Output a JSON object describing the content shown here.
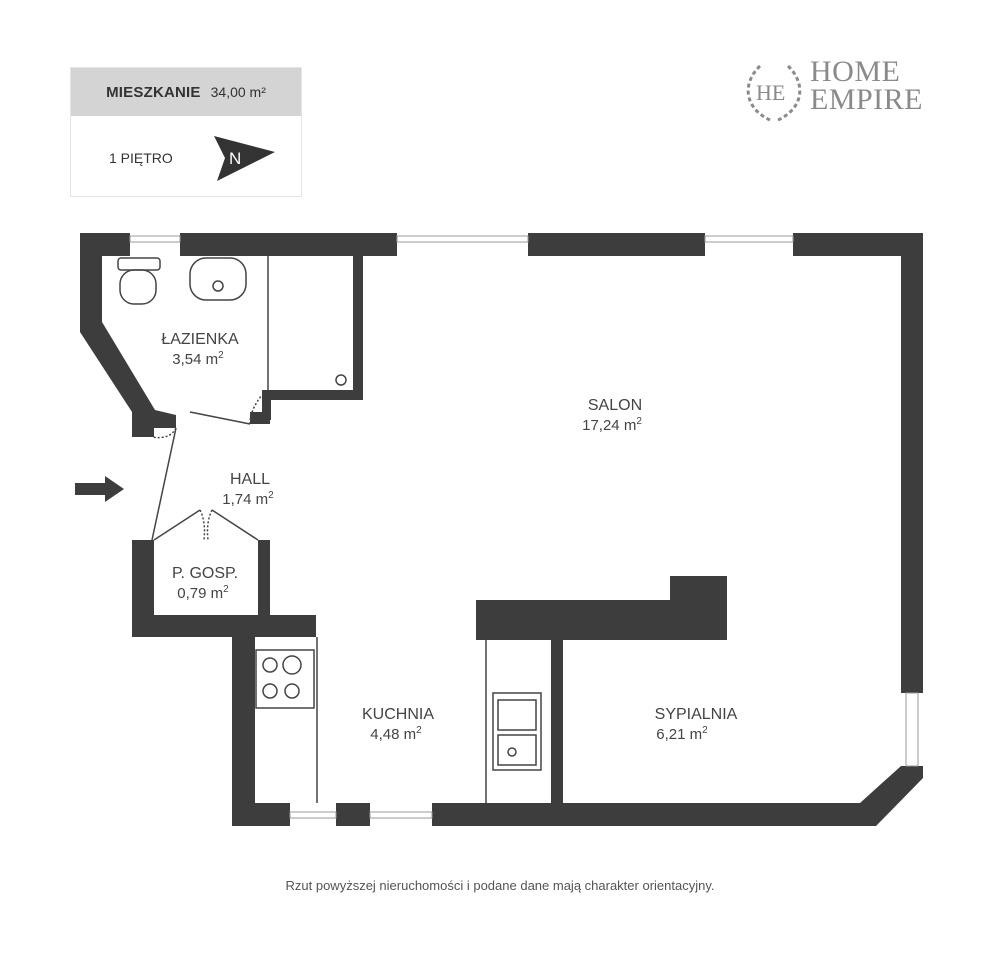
{
  "info": {
    "title": "MIESZKANIE",
    "area": "34,00 m²",
    "floor": "1 PIĘTRO",
    "compass": "N"
  },
  "logo": {
    "monogram": "HE",
    "line1": "HOME",
    "line2": "EMPIRE"
  },
  "rooms": [
    {
      "name": "ŁAZIENKA",
      "area": "3,54 m"
    },
    {
      "name": "SALON",
      "area": "17,24 m"
    },
    {
      "name": "HALL",
      "area": "1,74 m"
    },
    {
      "name": "P. GOSP.",
      "area": "0,79 m"
    },
    {
      "name": "KUCHNIA",
      "area": "4,48 m"
    },
    {
      "name": "SYPIALNIA",
      "area": "6,21 m"
    }
  ],
  "sup": "2",
  "disclaimer": "Rzut powyższej nieruchomości i podane dane mają charakter orientacyjny.",
  "colors": {
    "wall": "#3d3d3d",
    "header": "#d4d4d4",
    "logo": "#8a8a8a"
  }
}
